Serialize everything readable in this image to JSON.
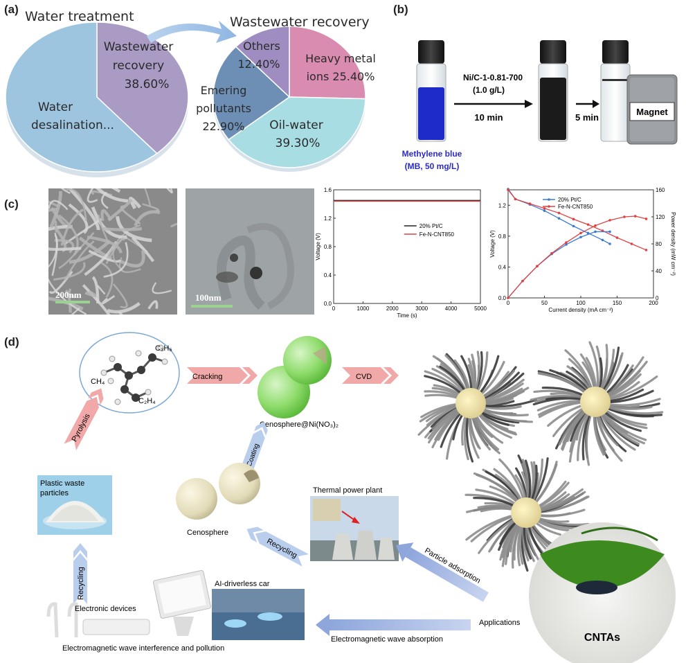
{
  "panels": {
    "a": "(a)",
    "b": "(b)",
    "c": "(c)",
    "d": "(d)"
  },
  "panel_a": {
    "left_title": "Water treatment",
    "right_title": "Wastewater recovery",
    "left_pie": [
      {
        "label_lines": [
          "Wastewater",
          "recovery",
          "38.60%"
        ],
        "value": 38.6,
        "color": "#a99bc4"
      },
      {
        "label_lines": [
          "Water",
          "desalination..."
        ],
        "value": 61.4,
        "color": "#9ec5e0"
      }
    ],
    "right_pie": [
      {
        "label_lines": [
          "Heavy metal",
          "ions 25.40%"
        ],
        "value": 25.4,
        "color": "#d98bb0"
      },
      {
        "label_lines": [
          "Oil-water",
          "39.30%"
        ],
        "value": 39.3,
        "color": "#a9dde4"
      },
      {
        "label_lines": [
          "Emering",
          "pollutants",
          "22.90%"
        ],
        "value": 22.9,
        "color": "#6d8fb6"
      },
      {
        "label_lines": [
          "Others",
          "12.40%"
        ],
        "value": 12.4,
        "color": "#9f8cc0"
      }
    ]
  },
  "panel_b": {
    "catalyst_line1": "Ni/C-1-0.81-700",
    "catalyst_line2": "(1.0 g/L)",
    "time1": "10 min",
    "time2": "5 min",
    "magnet": "Magnet",
    "mb_line1": "Methylene blue",
    "mb_line2": "(MB, 50 mg/L)"
  },
  "panel_c": {
    "sem_scale": "200nm",
    "tem_scale": "100nm",
    "chart_data": [
      {
        "type": "line",
        "xlabel": "Time (s)",
        "ylabel": "Voltage (V)",
        "xlim": [
          0,
          5000
        ],
        "ylim": [
          0.0,
          1.6
        ],
        "xticks": [
          "0",
          "1000",
          "2000",
          "3000",
          "4000",
          "5000"
        ],
        "yticks": [
          "0.0",
          "0.4",
          "0.8",
          "1.2",
          "1.6"
        ],
        "series": [
          {
            "name": "20% Pt/C",
            "color": "#222222",
            "x": [
              0,
              5000
            ],
            "y": [
              1.45,
              1.45
            ]
          },
          {
            "name": "Fe-N-CNT850",
            "color": "#e04040",
            "x": [
              0,
              5000
            ],
            "y": [
              1.44,
              1.44
            ]
          }
        ]
      },
      {
        "type": "line",
        "xlabel": "Current density (mA cm⁻²)",
        "ylabel": "Voltage (V)",
        "y2label": "Power density (mW cm⁻²)",
        "xlim": [
          0,
          200
        ],
        "ylim": [
          0.0,
          1.4
        ],
        "y2lim": [
          0,
          160
        ],
        "xticks": [
          "0",
          "50",
          "100",
          "150",
          "200"
        ],
        "yticks": [
          "0.0",
          "0.4",
          "0.8",
          "1.2"
        ],
        "y2ticks": [
          "0",
          "40",
          "80",
          "120",
          "160"
        ],
        "series": [
          {
            "name": "20% Pt/C",
            "color": "#3a7bd5",
            "axis": "left",
            "x": [
              0,
              10,
              30,
              50,
              70,
              90,
              110,
              130,
              140
            ],
            "y": [
              1.41,
              1.28,
              1.21,
              1.13,
              1.03,
              0.93,
              0.84,
              0.75,
              0.7
            ]
          },
          {
            "name": "Fe-N-CNT850",
            "color": "#e04040",
            "axis": "left",
            "x": [
              0,
              10,
              30,
              50,
              70,
              90,
              110,
              130,
              150,
              170,
              190
            ],
            "y": [
              1.4,
              1.28,
              1.22,
              1.16,
              1.1,
              1.02,
              0.95,
              0.87,
              0.78,
              0.7,
              0.62
            ]
          },
          {
            "name": "20% Pt/C power",
            "color": "#3a7bd5",
            "axis": "right",
            "x": [
              0,
              20,
              40,
              60,
              80,
              100,
              120,
              140
            ],
            "y": [
              0,
              25,
              47,
              65,
              79,
              90,
              98,
              98
            ]
          },
          {
            "name": "Fe-N-CNT850 power",
            "color": "#e04040",
            "axis": "right",
            "x": [
              0,
              20,
              40,
              60,
              80,
              100,
              120,
              140,
              160,
              175,
              190
            ],
            "y": [
              0,
              25,
              47,
              66,
              82,
              96,
              107,
              115,
              120,
              121,
              117
            ]
          }
        ]
      }
    ]
  },
  "panel_d": {
    "ch4": "CH₄",
    "c3h6": "C₃H₆",
    "c2h4": "C₂H₄",
    "cracking": "Cracking",
    "cvd": "CVD",
    "cenosphere_ni": "Cenosphere@Ni(NO₃)₂",
    "pyrolysis": "Pyrolysis",
    "coating": "Coating",
    "plastic_line1": "Plastic waste",
    "plastic_line2": "particles",
    "cenosphere": "Cenosphere",
    "thermal": "Thermal power plant",
    "recycling1": "Recycling",
    "recycling2": "Recycling",
    "particle_adsorption": "Particle adsorption",
    "applications": "Applications",
    "em_absorption": "Electromagnetic wave absorption",
    "electronic_devices": "Electronic devices",
    "ai_car": "AI-driverless car",
    "em_pollution": "Electromagnetic wave interference and pollution",
    "cntas": "CNTAs"
  }
}
